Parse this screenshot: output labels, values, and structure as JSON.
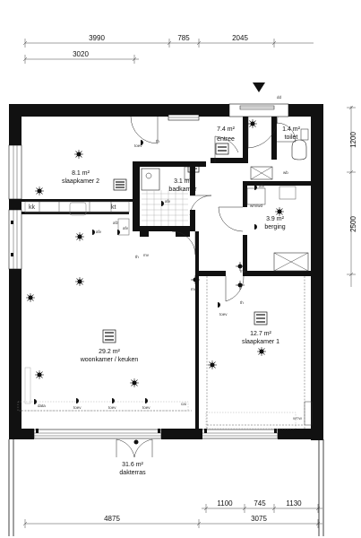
{
  "dimensions": {
    "top_row1": [
      "3990",
      "785",
      "2045"
    ],
    "top_row2": [
      "3020"
    ],
    "right_side": [
      "1200",
      "2500"
    ],
    "bottom_row1": [
      "1100",
      "745",
      "1130"
    ],
    "bottom_row2": [
      "4875",
      "3075"
    ]
  },
  "rooms": {
    "slaapkamer2": {
      "area": "8.1 m²",
      "name": "slaapkamer 2"
    },
    "badkamer": {
      "area": "3.1 m²",
      "name": "badkamer"
    },
    "entree": {
      "area": "7.4 m²",
      "name": "entree"
    },
    "toilet": {
      "area": "1.4 m²",
      "name": "toilet"
    },
    "berging": {
      "area": "3.9 m²",
      "name": "berging"
    },
    "slaapkamer1": {
      "area": "12.7 m²",
      "name": "slaapkamer 1"
    },
    "woonkamer": {
      "area": "29.2 m²",
      "name": "woonkamer / keuken"
    },
    "dakterras": {
      "area": "31.6 m²",
      "name": "dakterras"
    }
  },
  "symbols": {
    "kk": "kk",
    "kt": "kt",
    "afz": "afz",
    "afv": "afv",
    "wm_wd": "wm/wd",
    "wtw": "WTW",
    "wb": "wb",
    "toev": "toev",
    "th": "th",
    "mv": "mv",
    "data": "data",
    "cai": "cai",
    "dd": "dd"
  }
}
